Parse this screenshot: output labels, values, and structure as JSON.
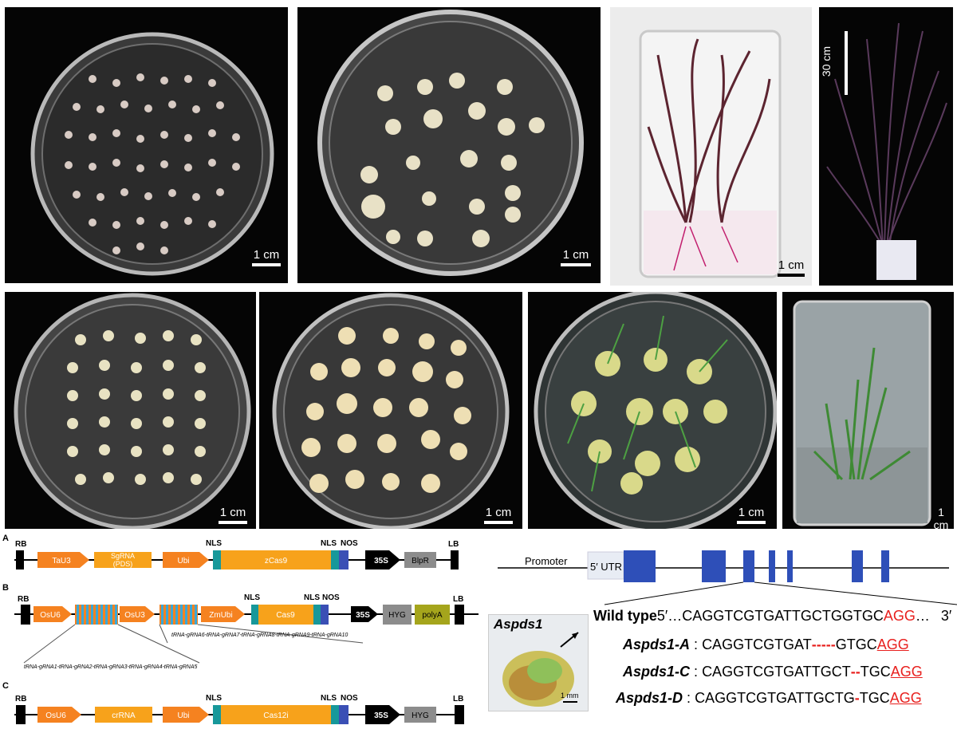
{
  "photos": {
    "scale_1cm": "1 cm",
    "scale_30cm": "30 cm"
  },
  "constructs": {
    "A": {
      "panel": "A",
      "rb": "RB",
      "lb": "LB",
      "tau3": "TaU3",
      "sgrna_line1": "SgRNA",
      "sgrna_line2": "(PDS)",
      "ubi": "Ubi",
      "nls1": "NLS",
      "nls2": "NLS",
      "nos": "NOS",
      "zcas9": "zCas9",
      "p35s": "35S",
      "blpr": "BlpR"
    },
    "B": {
      "panel": "B",
      "rb": "RB",
      "lb": "LB",
      "osu6": "OsU6",
      "osu3": "OsU3",
      "zmubi": "ZmUbi",
      "nls1": "NLS",
      "nls2": "NLS",
      "nos": "NOS",
      "cas9": "Cas9",
      "p35s": "35S",
      "hyg": "HYG",
      "polya": "polyA",
      "array1": "tRNA-gRNA1-tRNA-gRNA2-tRNA-gRNA3-tRNA-gRNA4-tRNA-gRNA5",
      "array2": "tRNA-gRNA6-tRNA-gRNA7-tRNA-gRNA8-tRNA-gRNA9-tRNA-gRNA10"
    },
    "C": {
      "panel": "C",
      "rb": "RB",
      "lb": "LB",
      "osu6": "OsU6",
      "crrna": "crRNA",
      "ubi": "Ubi",
      "nls1": "NLS",
      "nls2": "NLS",
      "nos": "NOS",
      "cas12i": "Cas12i",
      "p35s": "35S",
      "hyg": "HYG"
    }
  },
  "gene": {
    "promoter": "Promoter",
    "utr": "5′ UTR"
  },
  "mutant_photo": {
    "label": "Aspds1",
    "scale": "1 mm"
  },
  "alignment": {
    "wild_type_label": "Wild type",
    "five_prime": "5′…",
    "wt_seq": "CAGGTCGTGATTGCTGGTGC",
    "pam": "AGG",
    "ellipsis": "…",
    "three_prime": "3′",
    "rows": [
      {
        "name": "Aspds1-A",
        "colon": ":",
        "pre": "CAGGTCGTGAT",
        "gap": "-----",
        "post": "GTGC",
        "pam": "AGG"
      },
      {
        "name": "Aspds1-C",
        "colon": ":",
        "pre": "CAGGTCGTGATTGCT",
        "gap": "--",
        "post": "TGC",
        "pam": "AGG"
      },
      {
        "name": "Aspds1-D",
        "colon": ":",
        "pre": "CAGGTCGTGATTGCTG",
        "gap": "-",
        "post": "TGC",
        "pam": "AGG"
      }
    ]
  },
  "colors": {
    "element_orange": "#f58220",
    "cas_orange": "#f7a21b",
    "teal_nls": "#17989a",
    "blue_nos": "#3a4fb5",
    "exon_blue": "#2e4fb8",
    "hyg_gray": "#8c8c8c",
    "polya_olive": "#a5a51c",
    "pam_red": "#e8201e",
    "gap_red": "#e8201e"
  }
}
